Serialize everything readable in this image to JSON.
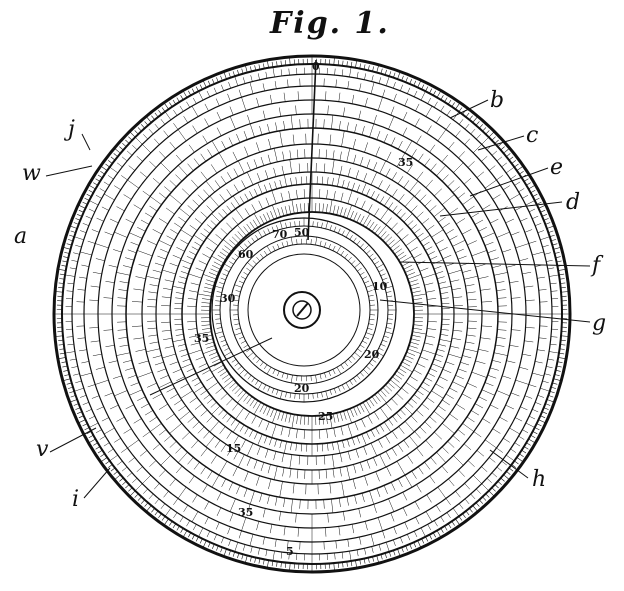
{
  "figure_title": "Fig. 1.",
  "labels": {
    "a": "a",
    "b": "b",
    "c": "c",
    "d": "d",
    "e": "e",
    "f": "f",
    "g": "g",
    "h": "h",
    "i": "i",
    "j": "j",
    "v": "v",
    "w": "w"
  },
  "ring_numbers": {
    "top_outer": "0",
    "inner_top_a": "70",
    "inner_top_b": "60",
    "inner_top_c": "50",
    "left_a": "30",
    "left_b": "35",
    "bottom_a": "25",
    "bottom_b": "20",
    "bottom_c": "15",
    "bottom_d": "35",
    "bottom_e": "5",
    "right_a": "10",
    "right_b": "35",
    "right_c": "20"
  },
  "colors": {
    "ink": "#111111",
    "paper": "#ffffff"
  }
}
